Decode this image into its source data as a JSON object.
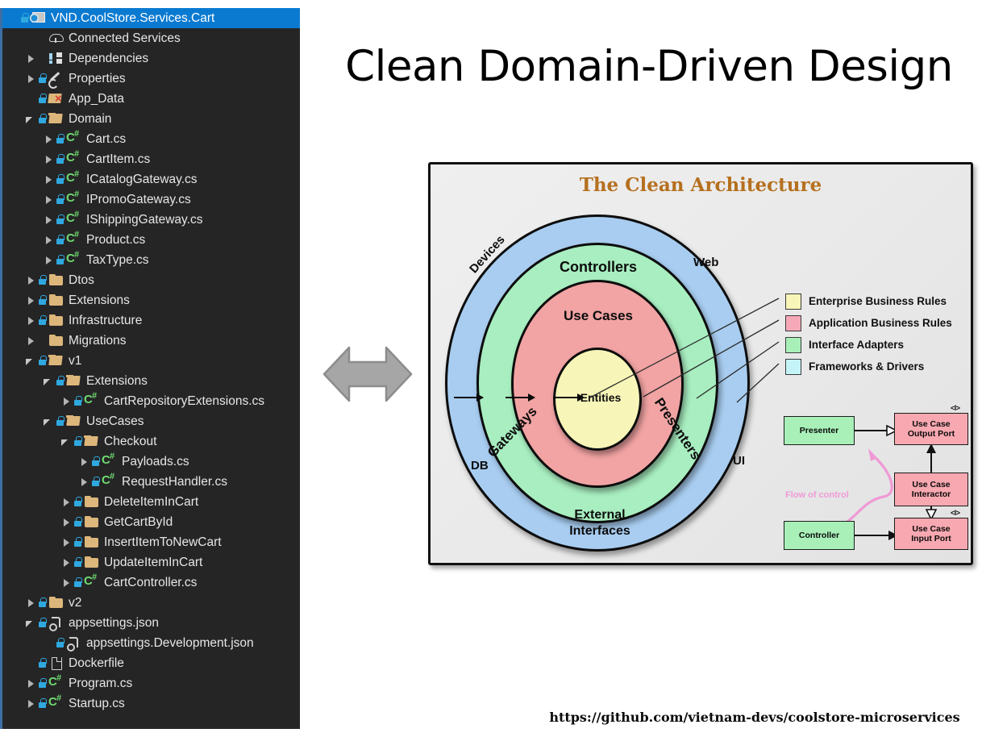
{
  "slide": {
    "title": "Clean Domain-Driven Design",
    "footer_url": "https://github.com/vietnam-devs/coolstore-microservices",
    "background": "#ffffff"
  },
  "sync_arrow": {
    "icon": "double-arrow-icon",
    "color": "#a6a6a6"
  },
  "solution_explorer": {
    "background": "#252526",
    "selected_background": "#0a7ad1",
    "rows": [
      {
        "label": "VND.CoolStore.Services.Cart",
        "indent": 0,
        "chevron": "none",
        "lock": true,
        "icon": "project-icon",
        "selected": true
      },
      {
        "label": "Connected Services",
        "indent": 1,
        "chevron": "none",
        "lock": false,
        "icon": "cloud-icon",
        "selected": false
      },
      {
        "label": "Dependencies",
        "indent": 1,
        "chevron": "collapsed",
        "lock": false,
        "icon": "dependencies-icon",
        "selected": false
      },
      {
        "label": "Properties",
        "indent": 1,
        "chevron": "collapsed",
        "lock": true,
        "icon": "wrench-icon",
        "selected": false
      },
      {
        "label": "App_Data",
        "indent": 1,
        "chevron": "none",
        "lock": true,
        "icon": "folder-excluded-icon",
        "selected": false
      },
      {
        "label": "Domain",
        "indent": 1,
        "chevron": "expanded",
        "lock": true,
        "icon": "folder-open-icon",
        "selected": false
      },
      {
        "label": "Cart.cs",
        "indent": 2,
        "chevron": "collapsed",
        "lock": true,
        "icon": "csharp-icon",
        "selected": false
      },
      {
        "label": "CartItem.cs",
        "indent": 2,
        "chevron": "collapsed",
        "lock": true,
        "icon": "csharp-icon",
        "selected": false
      },
      {
        "label": "ICatalogGateway.cs",
        "indent": 2,
        "chevron": "collapsed",
        "lock": true,
        "icon": "csharp-icon",
        "selected": false
      },
      {
        "label": "IPromoGateway.cs",
        "indent": 2,
        "chevron": "collapsed",
        "lock": true,
        "icon": "csharp-icon",
        "selected": false
      },
      {
        "label": "IShippingGateway.cs",
        "indent": 2,
        "chevron": "collapsed",
        "lock": true,
        "icon": "csharp-icon",
        "selected": false
      },
      {
        "label": "Product.cs",
        "indent": 2,
        "chevron": "collapsed",
        "lock": true,
        "icon": "csharp-icon",
        "selected": false
      },
      {
        "label": "TaxType.cs",
        "indent": 2,
        "chevron": "collapsed",
        "lock": true,
        "icon": "csharp-icon",
        "selected": false
      },
      {
        "label": "Dtos",
        "indent": 1,
        "chevron": "collapsed",
        "lock": true,
        "icon": "folder-icon",
        "selected": false
      },
      {
        "label": "Extensions",
        "indent": 1,
        "chevron": "collapsed",
        "lock": true,
        "icon": "folder-icon",
        "selected": false
      },
      {
        "label": "Infrastructure",
        "indent": 1,
        "chevron": "collapsed",
        "lock": true,
        "icon": "folder-icon",
        "selected": false
      },
      {
        "label": "Migrations",
        "indent": 1,
        "chevron": "collapsed",
        "lock": false,
        "icon": "folder-icon",
        "selected": false
      },
      {
        "label": "v1",
        "indent": 1,
        "chevron": "expanded",
        "lock": true,
        "icon": "folder-open-icon",
        "selected": false
      },
      {
        "label": "Extensions",
        "indent": 2,
        "chevron": "expanded",
        "lock": true,
        "icon": "folder-open-icon",
        "selected": false
      },
      {
        "label": "CartRepositoryExtensions.cs",
        "indent": 3,
        "chevron": "collapsed",
        "lock": true,
        "icon": "csharp-icon",
        "selected": false
      },
      {
        "label": "UseCases",
        "indent": 2,
        "chevron": "expanded",
        "lock": true,
        "icon": "folder-open-icon",
        "selected": false
      },
      {
        "label": "Checkout",
        "indent": 3,
        "chevron": "expanded",
        "lock": true,
        "icon": "folder-open-icon",
        "selected": false
      },
      {
        "label": "Payloads.cs",
        "indent": 4,
        "chevron": "collapsed",
        "lock": true,
        "icon": "csharp-icon",
        "selected": false
      },
      {
        "label": "RequestHandler.cs",
        "indent": 4,
        "chevron": "collapsed",
        "lock": true,
        "icon": "csharp-icon",
        "selected": false
      },
      {
        "label": "DeleteItemInCart",
        "indent": 3,
        "chevron": "collapsed",
        "lock": true,
        "icon": "folder-icon",
        "selected": false
      },
      {
        "label": "GetCartById",
        "indent": 3,
        "chevron": "collapsed",
        "lock": true,
        "icon": "folder-icon",
        "selected": false
      },
      {
        "label": "InsertItemToNewCart",
        "indent": 3,
        "chevron": "collapsed",
        "lock": true,
        "icon": "folder-icon",
        "selected": false
      },
      {
        "label": "UpdateItemInCart",
        "indent": 3,
        "chevron": "collapsed",
        "lock": true,
        "icon": "folder-icon",
        "selected": false
      },
      {
        "label": "CartController.cs",
        "indent": 3,
        "chevron": "collapsed",
        "lock": true,
        "icon": "csharp-icon",
        "selected": false
      },
      {
        "label": "v2",
        "indent": 1,
        "chevron": "collapsed",
        "lock": true,
        "icon": "folder-icon",
        "selected": false
      },
      {
        "label": "appsettings.json",
        "indent": 1,
        "chevron": "expanded",
        "lock": true,
        "icon": "json-icon",
        "selected": false
      },
      {
        "label": "appsettings.Development.json",
        "indent": 2,
        "chevron": "none",
        "lock": true,
        "icon": "json-icon",
        "selected": false
      },
      {
        "label": "Dockerfile",
        "indent": 1,
        "chevron": "none",
        "lock": true,
        "icon": "file-icon",
        "selected": false
      },
      {
        "label": "Program.cs",
        "indent": 1,
        "chevron": "collapsed",
        "lock": true,
        "icon": "csharp-icon",
        "selected": false
      },
      {
        "label": "Startup.cs",
        "indent": 1,
        "chevron": "collapsed",
        "lock": true,
        "icon": "csharp-icon",
        "selected": false
      }
    ]
  },
  "clean_architecture": {
    "title": "The Clean Architecture",
    "title_color": "#b5701f",
    "panel_background": "#ebebeb",
    "rings": [
      {
        "name": "frameworks-drivers",
        "color": "#a8cdf0",
        "labels": [
          "Devices",
          "Web",
          "UI",
          "DB",
          "External Interfaces"
        ]
      },
      {
        "name": "interface-adapters",
        "color": "#a8eec0",
        "labels": [
          "Controllers",
          "Gateways",
          "Presenters"
        ]
      },
      {
        "name": "application-business-rules",
        "color": "#f2a3a3",
        "labels": [
          "Use Cases"
        ]
      },
      {
        "name": "enterprise-business-rules",
        "color": "#f8f5b8",
        "labels": [
          "Entities"
        ]
      }
    ],
    "ring_labels": {
      "controllers": "Controllers",
      "use_cases": "Use Cases",
      "entities": "Entities",
      "web": "Web",
      "ui": "UI",
      "db": "DB",
      "external_interfaces": "External\nInterfaces",
      "external_line1": "External",
      "external_line2": "Interfaces",
      "devices": "Devices",
      "gateways": "Gateways",
      "presenters": "Presenters"
    },
    "legend": [
      {
        "label": "Enterprise Business Rules",
        "color": "#f8f5b8"
      },
      {
        "label": "Application Business Rules",
        "color": "#f7a8b8"
      },
      {
        "label": "Interface Adapters",
        "color": "#a8f0b8"
      },
      {
        "label": "Frameworks & Drivers",
        "color": "#c4f4f8"
      }
    ],
    "flow_diagram": {
      "flow_label": "Flow of control",
      "flow_label_color": "#f09ad8",
      "interface_tag": "<I>",
      "boxes": [
        {
          "id": "presenter",
          "line1": "Presenter",
          "line2": "",
          "color": "#a8f0b8"
        },
        {
          "id": "use-case-output-port",
          "line1": "Use Case",
          "line2": "Output Port",
          "color": "#f7a8b0"
        },
        {
          "id": "use-case-interactor",
          "line1": "Use Case",
          "line2": "Interactor",
          "color": "#f7a8b0"
        },
        {
          "id": "controller",
          "line1": "Controller",
          "line2": "",
          "color": "#a8f0b8"
        },
        {
          "id": "use-case-input-port",
          "line1": "Use Case",
          "line2": "Input Port",
          "color": "#f7a8b0"
        }
      ]
    }
  }
}
